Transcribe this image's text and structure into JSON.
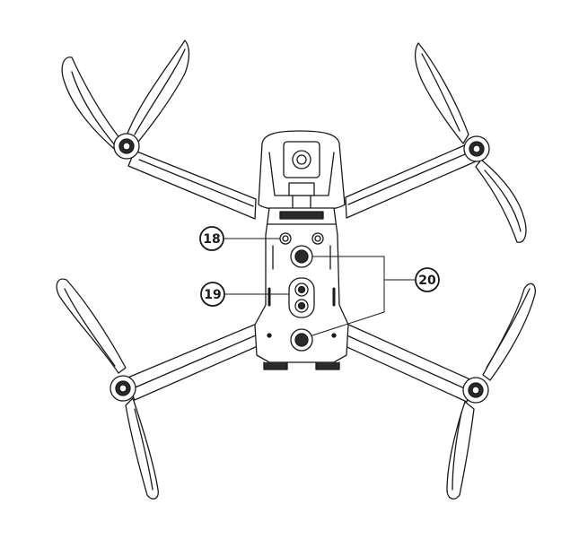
{
  "figure": {
    "callouts": [
      {
        "number": "18"
      },
      {
        "number": "19"
      },
      {
        "number": "20"
      }
    ]
  },
  "colors": {
    "line": "#1a1a1a",
    "fill": "#ffffff",
    "shade": "#2a2a2a"
  },
  "icons": [
    "propeller-icon",
    "motor-icon",
    "sensor-icon",
    "light-icon"
  ]
}
